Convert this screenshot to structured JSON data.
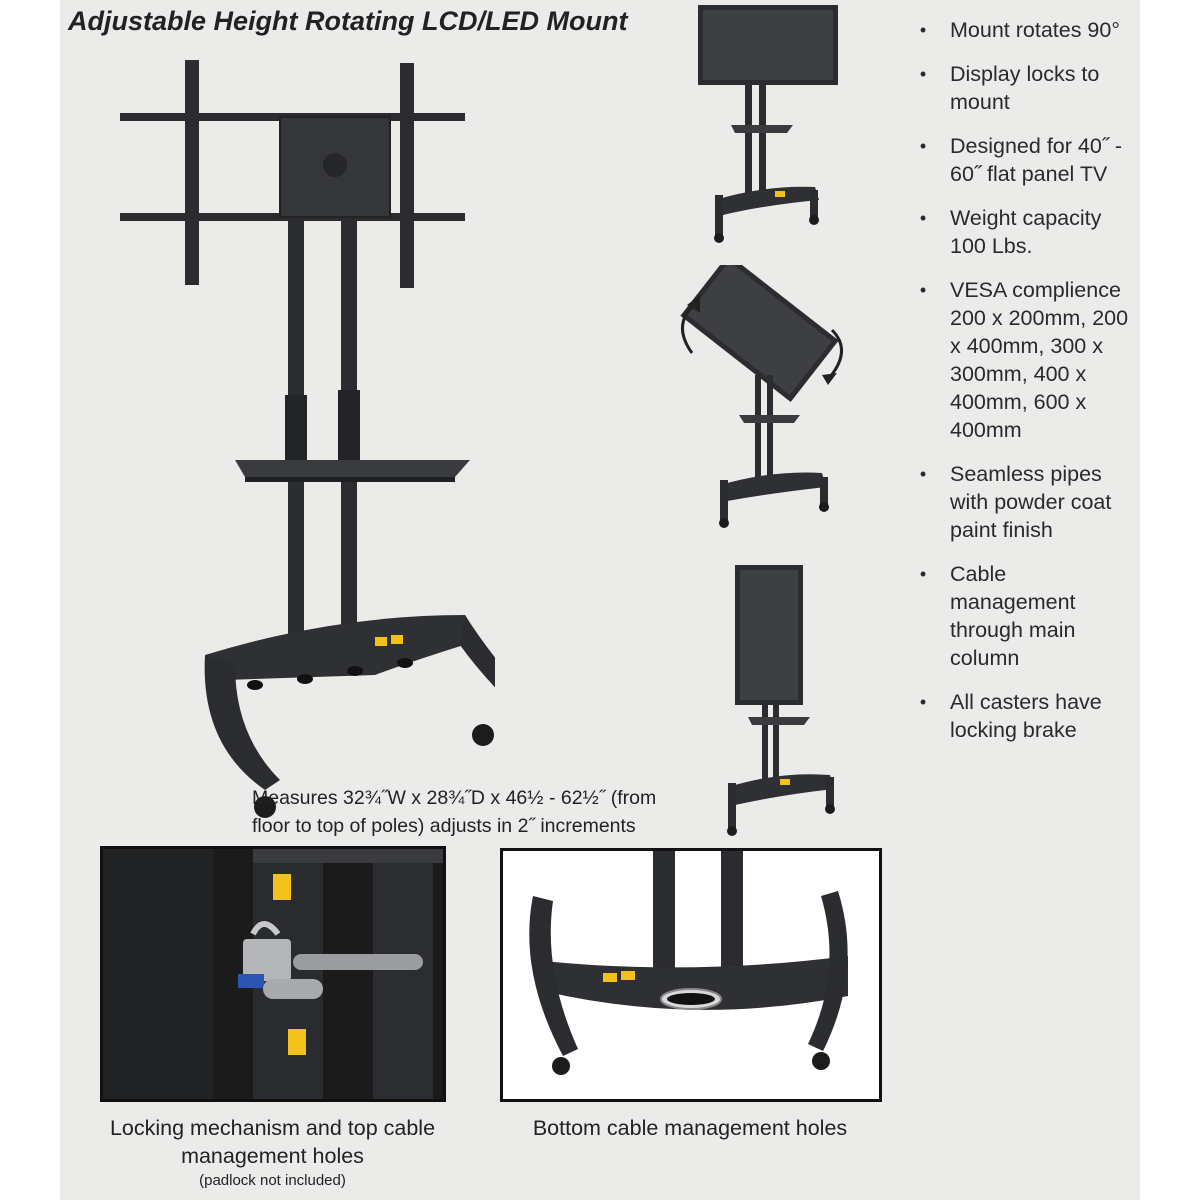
{
  "title": "Adjustable Height Rotating LCD/LED Mount",
  "features": [
    "Mount rotates 90°",
    "Display locks to mount",
    "Designed for 40˝ - 60˝ flat panel TV",
    "Weight capacity 100 Lbs.",
    "VESA complience 200 x 200mm, 200 x 400mm, 300 x 300mm, 400 x 400mm, 600 x 400mm",
    "Seamless pipes with powder coat paint finish",
    "Cable management through main column",
    "All casters have locking brake"
  ],
  "measurements": {
    "line1": "Measures 32¾˝W x 28¾˝D x 46½ - 62½˝ (from",
    "line2": "floor to top of poles) adjusts in 2˝ increments"
  },
  "captions": {
    "locking_line1": "Locking mechanism and top cable",
    "locking_line2": "management holes",
    "locking_note": "(padlock not included)",
    "bottom": "Bottom cable management holes"
  },
  "colors": {
    "background": "#ebebea",
    "metal": "#2b2c2f",
    "label_yellow": "#f2c21a"
  },
  "icons": [
    "bullet-dot",
    "rotate-arrow-icon"
  ]
}
